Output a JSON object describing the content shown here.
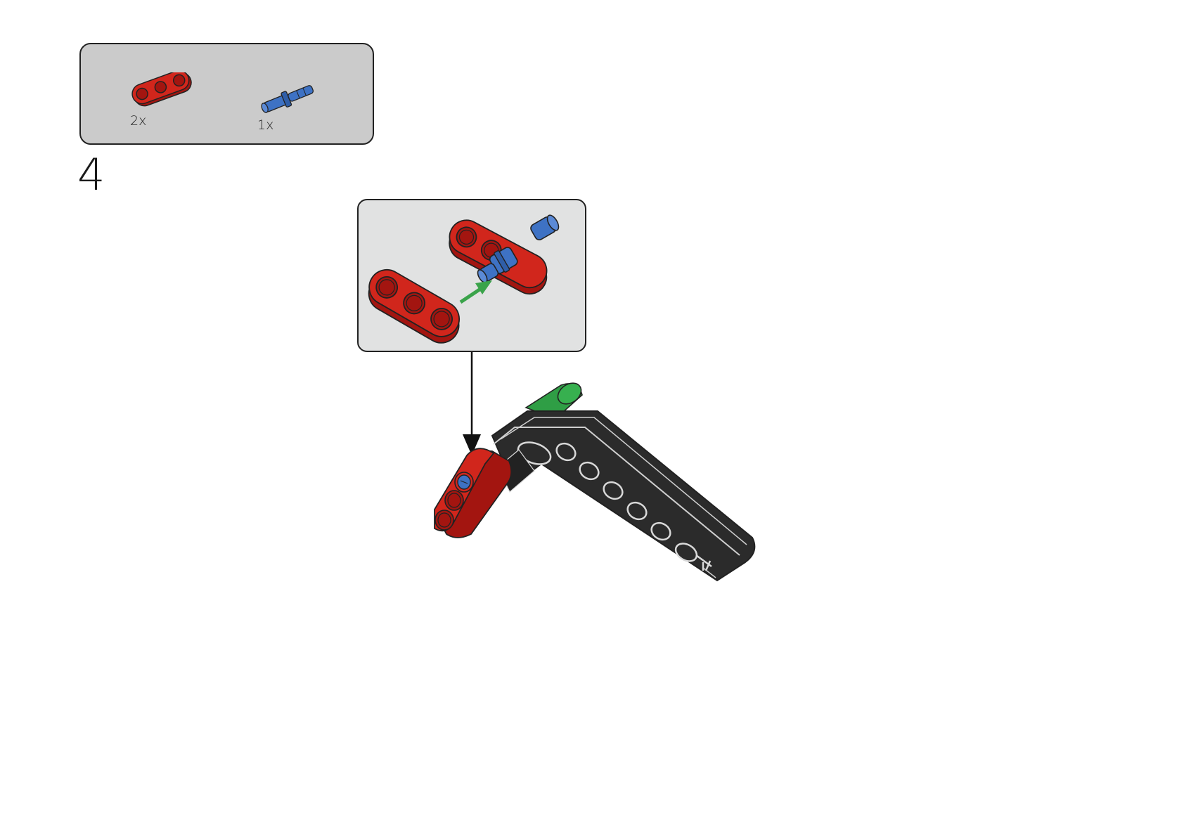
{
  "parts_list": {
    "items": [
      {
        "name": "red-3-hole-beam",
        "quantity": "2x",
        "color": "#d1261c"
      },
      {
        "name": "blue-axle-pin",
        "quantity": "1x",
        "color": "#3e72c4"
      }
    ]
  },
  "step": {
    "number": "4"
  },
  "colors": {
    "beam_red": "#d1261c",
    "beam_red_dark": "#a31510",
    "pin_blue": "#3e72c4",
    "beam_black": "#2f2f2f",
    "pin_green": "#2f9e45",
    "arrow_green": "#3aa34a",
    "box_grey": "#cbcbcb",
    "callout_grey": "#e1e2e2"
  },
  "icons": [
    "red-3-hole-beam-icon",
    "blue-axle-pin-icon",
    "assembly-arrow-icon",
    "insert-arrow-icon"
  ]
}
